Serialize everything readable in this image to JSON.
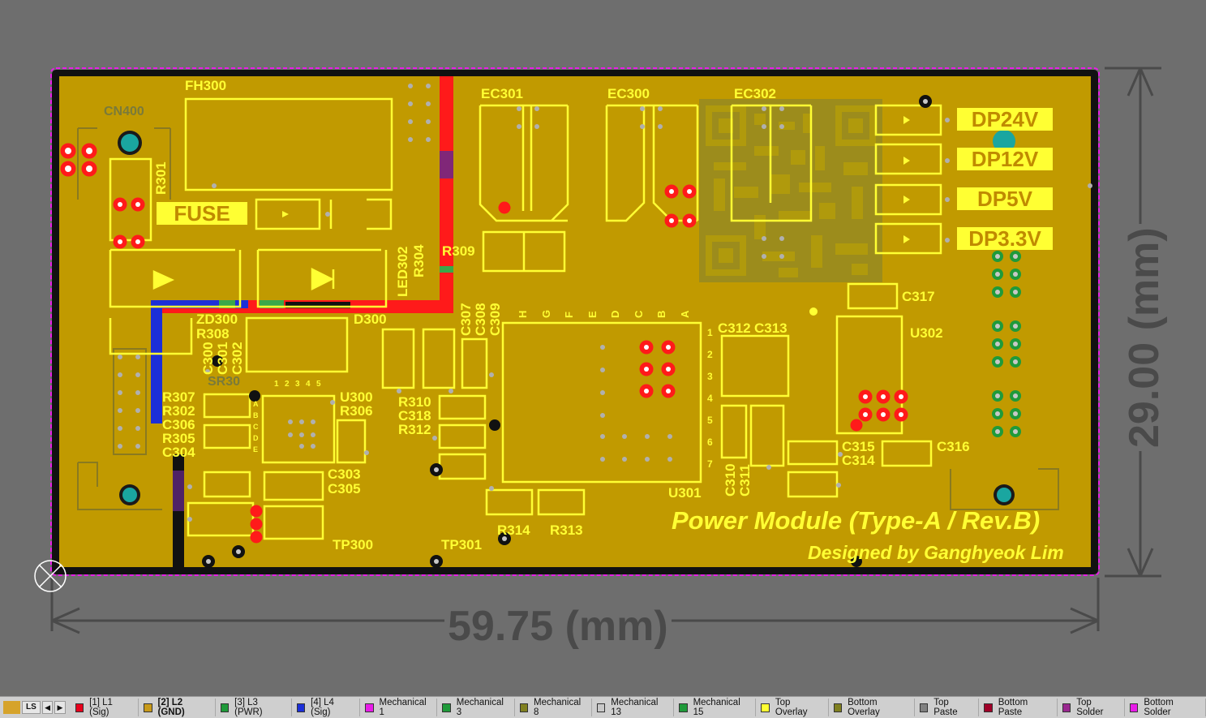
{
  "dimensions": {
    "width_label": "59.75 (mm)",
    "height_label": "29.00 (mm)"
  },
  "board": {
    "title": "Power Module (Type-A / Rev.B)",
    "subtitle": "Designed by Ganghyeok Lim",
    "badges": [
      "DP24V",
      "DP12V",
      "DP5V",
      "DP3.3V"
    ],
    "fuse_label": "FUSE",
    "connector_label": "CN400",
    "ghost_label": "SR30",
    "designators": {
      "fh300": "FH300",
      "ec301": "EC301",
      "ec300": "EC300",
      "ec302": "EC302",
      "r301": "R301",
      "led302": "LED302",
      "r304": "R304",
      "r309": "R309",
      "zd300": "ZD300",
      "r308": "R308",
      "d300": "D300",
      "c300": "C300",
      "c301": "C301",
      "c302": "C302",
      "c307": "C307",
      "c308": "C308",
      "c309": "C309",
      "c312": "C312",
      "c313": "C313",
      "c317": "C317",
      "u302": "U302",
      "r307": "R307",
      "r302": "R302",
      "c306": "C306",
      "r305": "R305",
      "c304": "C304",
      "u300": "U300",
      "r306": "R306",
      "r310": "R310",
      "c318": "C318",
      "r312": "R312",
      "c303": "C303",
      "c305": "C305",
      "c315": "C315",
      "c314": "C314",
      "c316": "C316",
      "c310": "C310",
      "c311": "C311",
      "u301": "U301",
      "r314": "R314",
      "r313": "R313",
      "tp300": "TP300",
      "tp301": "TP301"
    },
    "u301_cols": [
      "H",
      "G",
      "F",
      "E",
      "D",
      "C",
      "B",
      "A"
    ],
    "u301_rows": [
      "1",
      "2",
      "3",
      "4",
      "5",
      "6",
      "7"
    ],
    "u300_pins_top": [
      "1",
      "2",
      "3",
      "4",
      "5"
    ],
    "u300_pins_side": [
      "A",
      "B",
      "C",
      "D",
      "E"
    ]
  },
  "layer_bar": {
    "ls_label": "LS",
    "layers": [
      {
        "label": "[1] L1 (Sig)",
        "color": "#e8001c",
        "active": false
      },
      {
        "label": "[2] L2 (GND)",
        "color": "#c89a1a",
        "active": true
      },
      {
        "label": "[3] L3 (PWR)",
        "color": "#1f9a3a",
        "active": false
      },
      {
        "label": "[4] L4 (Sig)",
        "color": "#1c2fd8",
        "active": false
      },
      {
        "label": "Mechanical 1",
        "color": "#e81ce8",
        "active": false
      },
      {
        "label": "Mechanical 3",
        "color": "#1f9a3a",
        "active": false
      },
      {
        "label": "Mechanical 8",
        "color": "#808020",
        "active": false
      },
      {
        "label": "Mechanical 13",
        "color": "#c8c8c8",
        "active": false
      },
      {
        "label": "Mechanical 15",
        "color": "#1f9a3a",
        "active": false
      },
      {
        "label": "Top Overlay",
        "color": "#ffff33",
        "active": false
      },
      {
        "label": "Bottom Overlay",
        "color": "#808020",
        "active": false
      },
      {
        "label": "Top Paste",
        "color": "#808080",
        "active": false
      },
      {
        "label": "Bottom Paste",
        "color": "#a00028",
        "active": false
      },
      {
        "label": "Top Solder",
        "color": "#9a2890",
        "active": false
      },
      {
        "label": "Bottom Solder",
        "color": "#e81ce8",
        "active": false
      }
    ]
  },
  "colors": {
    "board": "#c19a00",
    "silkscreen": "#ffff33",
    "top_copper": "#ff1a1a",
    "l4_copper": "#1c2fd8",
    "background": "#6e6e6e",
    "via": "#b0b0b0"
  }
}
